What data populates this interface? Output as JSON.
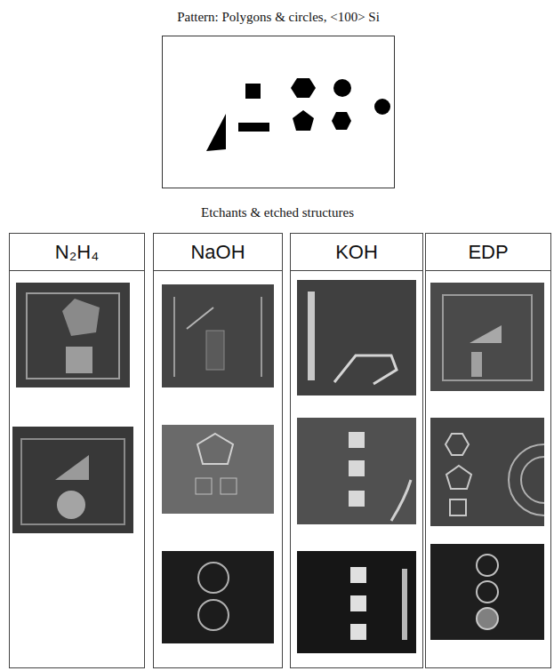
{
  "diagram": {
    "nodes": [
      {
        "text": [
          "Pattern: Polygons & circles, <100> Si"
        ]
      },
      {
        "text": [
          "N₂H₄"
        ]
      },
      {
        "text": [
          "NaOH"
        ]
      },
      {
        "text": [
          "KOH"
        ]
      },
      {
        "text": [
          "EDP"
        ]
      }
    ],
    "labels": [
      "Etchants & etched structures"
    ]
  }
}
